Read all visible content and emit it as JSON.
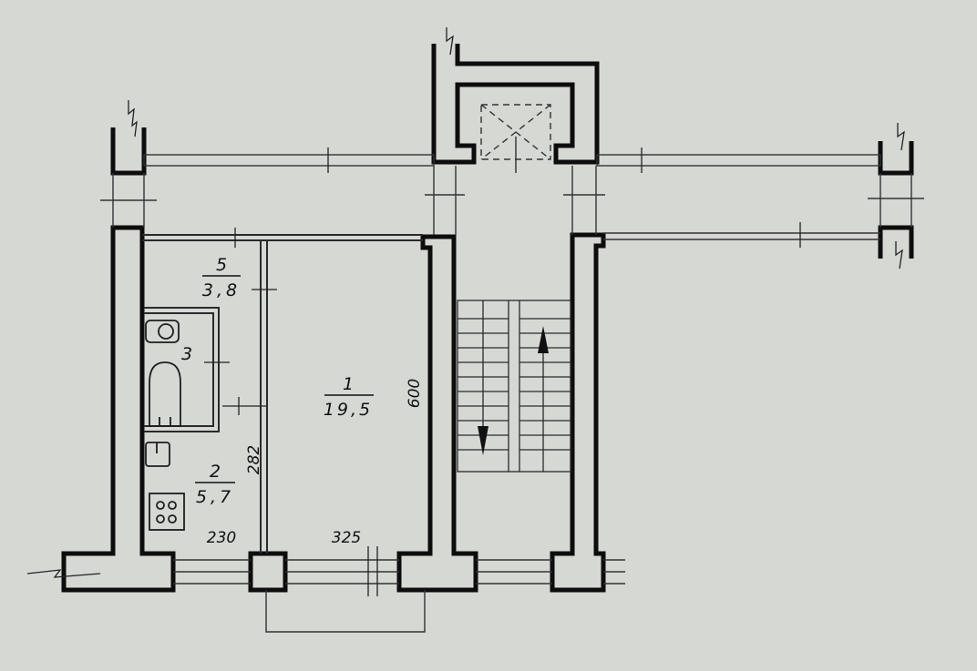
{
  "rooms": [
    {
      "number": "1",
      "area": "19,5"
    },
    {
      "number": "2",
      "area": "5,7"
    },
    {
      "number": "3",
      "area": ""
    },
    {
      "number": "5",
      "area": "3,8"
    }
  ],
  "dimensions": {
    "room_depth": "600",
    "kitchen_depth": "282",
    "kitchen_width": "230",
    "room_width": "325"
  },
  "colors": {
    "paper": "#d6d8d4",
    "ink": "#0d0d0d"
  }
}
